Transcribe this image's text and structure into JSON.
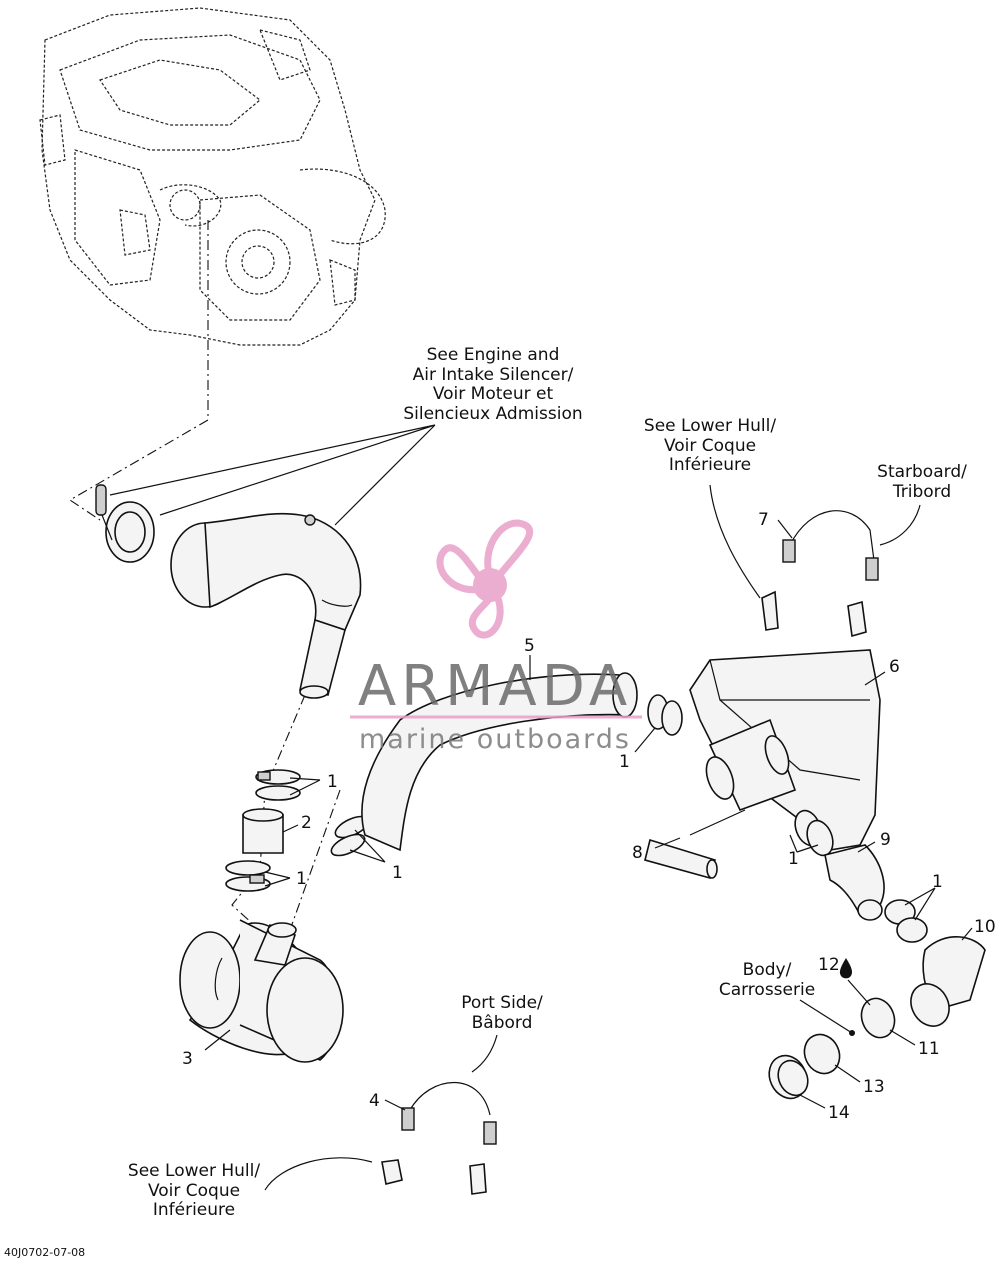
{
  "diagram_ref": "40J0702-07-08",
  "watermark": {
    "brand": "ARMADA",
    "tagline": "marine outboards",
    "brand_color": "#6b6b6b",
    "accent_color": "#e8a0c8",
    "icon": "propeller-logo-icon"
  },
  "callouts": {
    "engine_intake": [
      "See Engine and",
      "Air Intake Silencer/",
      "Voir Moteur et",
      "Silencieux Admission"
    ],
    "lower_hull_top": [
      "See Lower Hull/",
      "Voir Coque",
      "Inférieure"
    ],
    "starboard": [
      "Starboard/",
      "Tribord"
    ],
    "port_side": [
      "Port Side/",
      "Bâbord"
    ],
    "body": [
      "Body/",
      "Carrosserie"
    ],
    "lower_hull_bottom": [
      "See Lower Hull/",
      "Voir Coque",
      "Inférieure"
    ]
  },
  "part_numbers": {
    "p1_a": "1",
    "p1_b": "1",
    "p1_c": "1",
    "p1_d": "1",
    "p1_e": "1",
    "p1_f": "1",
    "p2": "2",
    "p3": "3",
    "p4": "4",
    "p5": "5",
    "p6": "6",
    "p7": "7",
    "p8": "8",
    "p9": "9",
    "p10": "10",
    "p11": "11",
    "p12": "12",
    "p13": "13",
    "p14": "14"
  }
}
